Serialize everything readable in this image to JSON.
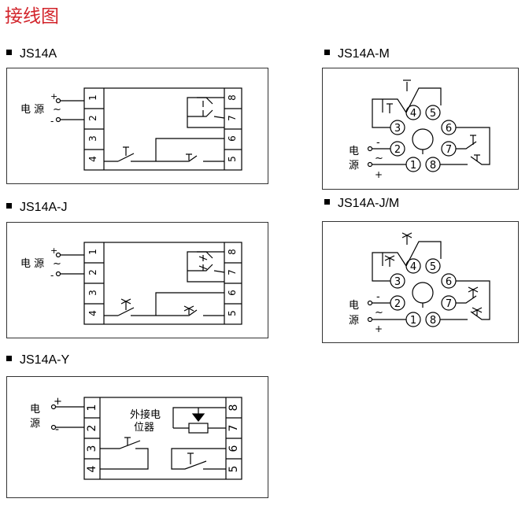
{
  "page": {
    "title": "接线图"
  },
  "sections": {
    "js14a": "JS14A",
    "js14a_m": "JS14A-M",
    "js14a_j": "JS14A-J",
    "js14a_jm": "JS14A-J/M",
    "js14a_y": "JS14A-Y"
  },
  "labels": {
    "power": "电 源",
    "power_1": "电",
    "power_2": "源",
    "plus": "+",
    "minus": "-",
    "tilde": "~",
    "external_pot_1": "外接电",
    "external_pot_2": "位器"
  },
  "terminals": [
    "1",
    "2",
    "3",
    "4",
    "5",
    "6",
    "7",
    "8"
  ]
}
